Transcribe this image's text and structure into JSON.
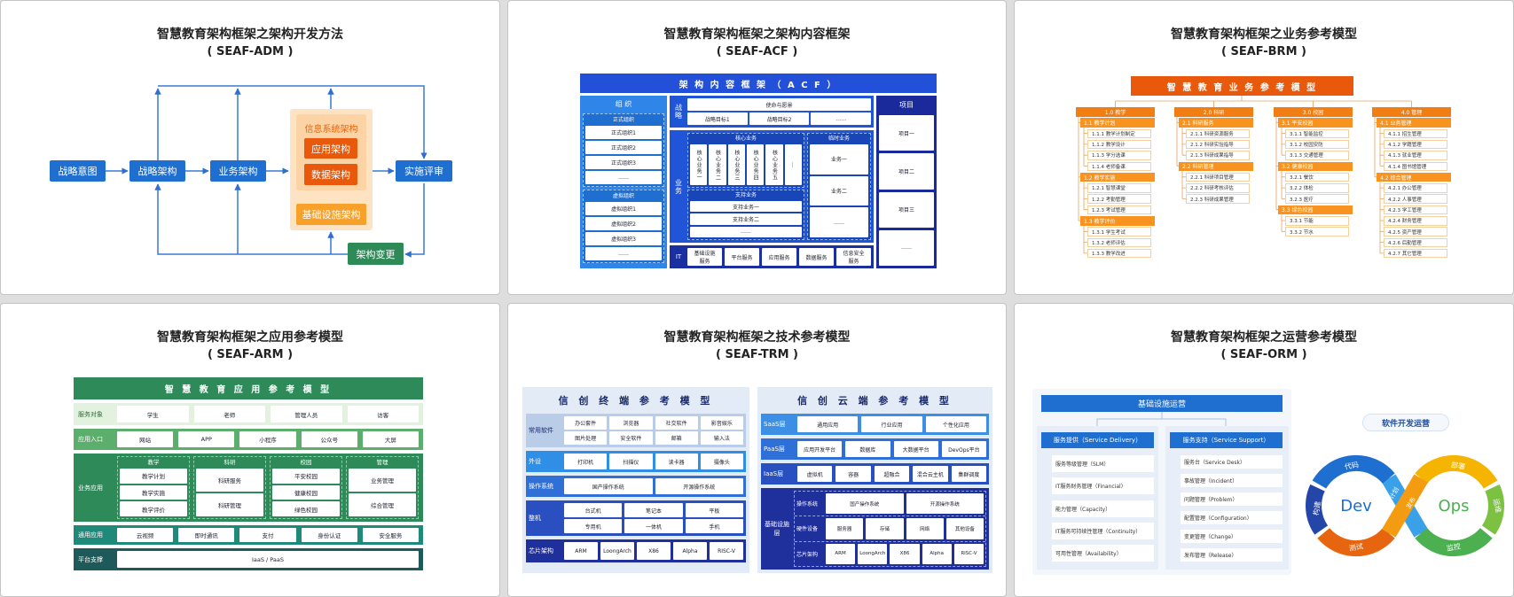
{
  "panels": [
    {
      "title": "智慧教育架构框架之架构开发方法",
      "subtitle": "( SEAF-ADM )"
    },
    {
      "title": "智慧教育架构框架之架构内容框架",
      "subtitle": "( SEAF-ACF )"
    },
    {
      "title": "智慧教育架构框架之业务参考模型",
      "subtitle": "( SEAF-BRM )"
    },
    {
      "title": "智慧教育架构框架之应用参考模型",
      "subtitle": "( SEAF-ARM )"
    },
    {
      "title": "智慧教育架构框架之技术参考模型",
      "subtitle": "( SEAF-TRM )"
    },
    {
      "title": "智慧教育架构框架之运营参考模型",
      "subtitle": "( SEAF-ORM )"
    }
  ],
  "adm": {
    "strategy_intent": "战略意图",
    "strategy_arch": "战略架构",
    "business_arch": "业务架构",
    "is_arch": "信息系统架构",
    "app_arch": "应用架构",
    "data_arch": "数据架构",
    "infra_arch": "基础设施架构",
    "review": "实施评审",
    "change": "架构变更"
  },
  "acf": {
    "header": "架 构 内 容 框 架 （ A C F ）",
    "org": {
      "label": "组 织",
      "groups": [
        {
          "label": "正式组织",
          "items": [
            "正式组织1",
            "正式组织2",
            "正式组织3",
            "……"
          ]
        },
        {
          "label": "虚拟组织",
          "items": [
            "虚拟组织1",
            "虚拟组织2",
            "虚拟组织3",
            "……"
          ]
        }
      ]
    },
    "strategy": {
      "label": "战略",
      "vision": "使命与愿景",
      "goals": [
        "战略目标1",
        "战略目标2",
        "……"
      ]
    },
    "business": {
      "label": "业务",
      "core_label": "核心业务",
      "core": [
        "核心业务一",
        "核心业务二",
        "核心业务三",
        "核心业务四",
        "核心业务五",
        "…"
      ],
      "support_label": "支持业务",
      "support": [
        "支持业务一",
        "支持业务二",
        "……"
      ],
      "temp_label": "临时业务",
      "temp": [
        "业务一",
        "业务二",
        "……"
      ]
    },
    "it": {
      "label": "IT",
      "items": [
        "基础设施服务",
        "平台服务",
        "应用服务",
        "数据服务",
        "信息安全服务"
      ]
    },
    "project": {
      "label": "项目",
      "items": [
        "项目一",
        "项目二",
        "项目三",
        "……"
      ]
    }
  },
  "brm": {
    "header": "智 慧 教 育 业 务 参 考 模 型",
    "columns": [
      {
        "label": "1.0 教学",
        "groups": [
          {
            "label": "1.1 教学计划",
            "items": [
              "1.1.1 教学计划制定",
              "1.1.2 教学设计",
              "1.1.3 学分选课",
              "1.1.4 老师备课"
            ]
          },
          {
            "label": "1.2 教学实施",
            "items": [
              "1.2.1 智慧课堂",
              "1.2.2 考勤管理",
              "1.2.3 考试管理"
            ]
          },
          {
            "label": "1.3 教学评价",
            "items": [
              "1.3.1 学生考试",
              "1.3.2 老师评估",
              "1.3.3 教学改进"
            ]
          }
        ]
      },
      {
        "label": "2.0 科研",
        "groups": [
          {
            "label": "2.1 科研服务",
            "items": [
              "2.1.1 科研资源服务",
              "2.1.2 科研实验指导",
              "2.1.3 科研成果指导"
            ]
          },
          {
            "label": "2.2 科研管理",
            "items": [
              "2.2.1 科研项目管理",
              "2.2.2 科研考核评估",
              "2.2.3 科研成果管理"
            ]
          }
        ]
      },
      {
        "label": "3.0 校园",
        "groups": [
          {
            "label": "3.1 平安校园",
            "items": [
              "3.1.1 智能监控",
              "3.1.2 校园安防",
              "3.1.3 交通管理"
            ]
          },
          {
            "label": "3.2 健康校园",
            "items": [
              "3.2.1 餐饮",
              "3.2.2 体检",
              "3.2.3 医疗"
            ]
          },
          {
            "label": "3.3 绿色校园",
            "items": [
              "3.3.1 节能",
              "3.3.2 节水"
            ]
          }
        ]
      },
      {
        "label": "4.0 管理",
        "groups": [
          {
            "label": "4.1 业务管理",
            "items": [
              "4.1.1 招生管理",
              "4.1.2 学籍管理",
              "4.1.3 就业管理",
              "4.1.4 图书馆管理"
            ]
          },
          {
            "label": "4.2 综合管理",
            "items": [
              "4.2.1 办公管理",
              "4.2.2 人事管理",
              "4.2.3 学工管理",
              "4.2.4 财务管理",
              "4.2.5 资产管理",
              "4.2.6 后勤管理",
              "4.2.7 其它管理"
            ]
          }
        ]
      }
    ]
  },
  "arm": {
    "header": "智 慧 教 育 应 用 参 考 模 型",
    "service": {
      "label": "服务对象",
      "items": [
        "学生",
        "老师",
        "管理人员",
        "访客"
      ]
    },
    "entry": {
      "label": "应用入口",
      "items": [
        "网站",
        "APP",
        "小程序",
        "公众号",
        "大屏"
      ]
    },
    "business": {
      "label": "业务应用",
      "groups": [
        {
          "label": "教学",
          "items": [
            "教学计划",
            "教学实施",
            "教学评价"
          ]
        },
        {
          "label": "科研",
          "items": [
            "科研服务",
            "科研管理"
          ]
        },
        {
          "label": "校园",
          "items": [
            "平安校园",
            "健康校园",
            "绿色校园"
          ]
        },
        {
          "label": "管理",
          "items": [
            "业务管理",
            "综合管理"
          ]
        }
      ]
    },
    "common": {
      "label": "通用应用",
      "items": [
        "云视频",
        "即时通讯",
        "支付",
        "身份认证",
        "安全服务"
      ]
    },
    "platform": {
      "label": "平台支撑",
      "items": [
        "IaaS / PaaS"
      ]
    }
  },
  "trm": {
    "terminal": {
      "title": "信 创 终 端 参 考 模 型",
      "rows": [
        {
          "label": "常用软件",
          "items": [
            [
              "办公套件",
              "浏览器",
              "社交软件",
              "影音娱乐"
            ],
            [
              "图片处理",
              "安全软件",
              "邮箱",
              "输入法"
            ]
          ]
        },
        {
          "label": "外设",
          "items": [
            [
              "打印机",
              "扫描仪",
              "读卡器",
              "摄像头"
            ]
          ]
        },
        {
          "label": "操作系统",
          "items": [
            [
              "国产操作系统",
              "开源操作系统"
            ]
          ]
        },
        {
          "label": "整机",
          "items": [
            [
              "台式机",
              "笔记本",
              "平板"
            ],
            [
              "专用机",
              "一体机",
              "手机"
            ]
          ]
        },
        {
          "label": "芯片架构",
          "items": [
            [
              "ARM",
              "LoongArch",
              "X86",
              "Alpha",
              "RISC-V"
            ]
          ]
        }
      ]
    },
    "cloud": {
      "title": "信 创 云 端 参 考 模 型",
      "rows": [
        {
          "label": "SaaS层",
          "items": [
            "通用应用",
            "行业应用",
            "个性化应用"
          ]
        },
        {
          "label": "PaaS层",
          "items": [
            "应用开发平台",
            "数据库",
            "大数据平台",
            "DevOps平台"
          ]
        },
        {
          "label": "IaaS层",
          "items": [
            "虚拟机",
            "容器",
            "超融合",
            "混合云主机",
            "集群调度"
          ]
        }
      ],
      "infra": {
        "label": "基础设施层",
        "rows": [
          {
            "label": "操作系统",
            "items": [
              "国产操作系统",
              "开源操作系统"
            ]
          },
          {
            "label": "硬件设备",
            "items": [
              "服务器",
              "存储",
              "网络",
              "其他设备"
            ]
          },
          {
            "label": "芯片架构",
            "items": [
              "ARM",
              "LoongArch",
              "X86",
              "Alpha",
              "RISC-V"
            ]
          }
        ]
      }
    }
  },
  "orm": {
    "header": "基础设施运营",
    "delivery": {
      "label": "服务提供（Service Delivery）",
      "items": [
        "服务等级管理（SLM）",
        "IT服务财务管理（Financial）",
        "能力管理（Capacity）",
        "IT服务可持续性管理（Continuity）",
        "可用性管理（Availability）"
      ]
    },
    "support": {
      "label": "服务支持（Service Support）",
      "items": [
        "服务台（Service Desk）",
        "事故管理（Incident）",
        "问题管理（Problem）",
        "配置管理（Configuration）",
        "变更管理（Change）",
        "发布管理（Release）"
      ]
    },
    "devops": {
      "label": "软件开发运营",
      "dev": "Dev",
      "ops": "Ops",
      "stages": {
        "code": "代码",
        "build": "构建",
        "test": "测试",
        "plan": "计划",
        "release": "发布",
        "deploy": "部署",
        "operate": "运维",
        "monitor": "监控"
      },
      "colors": {
        "code": "#1f6fd1",
        "build": "#2446a8",
        "test": "#e8650f",
        "plan": "#3aa0e8",
        "release": "#f39c12",
        "deploy": "#f4b400",
        "operate": "#7cc142",
        "monitor": "#4caf50"
      }
    }
  }
}
